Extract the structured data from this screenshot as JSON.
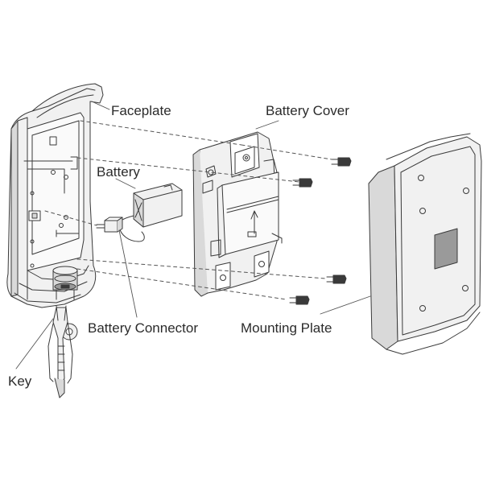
{
  "labels": {
    "faceplate": "Faceplate",
    "battery_cover": "Battery Cover",
    "battery": "Battery",
    "battery_connector": "Battery Connector",
    "mounting_plate": "Mounting Plate",
    "key": "Key"
  },
  "colors": {
    "line": "#3a3a3a",
    "fill_light": "#f1f1f1",
    "fill_mid": "#d9d9d9",
    "fill_dark": "#9a9a9a",
    "label_text": "#2b2b2b"
  }
}
